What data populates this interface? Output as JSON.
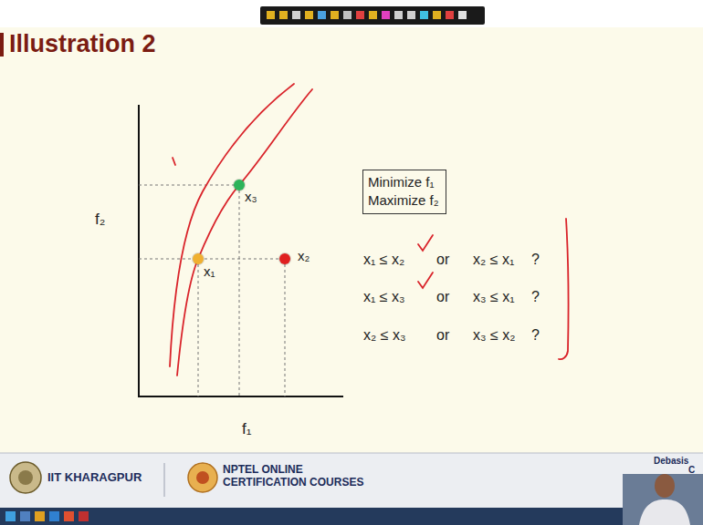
{
  "diagram": {
    "title": "Illustration 2",
    "nodes": [
      {
        "text": [
          "x₃"
        ]
      },
      {
        "text": [
          "x₁"
        ]
      },
      {
        "text": [
          "x₂"
        ]
      },
      {
        "text": [
          "Minimize f₁",
          "Maximize f₂"
        ]
      }
    ],
    "labels": [
      "f₂",
      "f₁",
      "x₁ ≤ x₂",
      "or",
      "x₂ ≤ x₁",
      "?",
      "x₁ ≤ x₃",
      "or",
      "x₃ ≤ x₁",
      "?",
      "x₂ ≤ x₃",
      "or",
      "x₃ ≤ x₂",
      "?",
      "IIT KHARAGPUR",
      "NPTEL ONLINE CERTIFICATION COURSES",
      "Debasis",
      "C"
    ]
  }
}
